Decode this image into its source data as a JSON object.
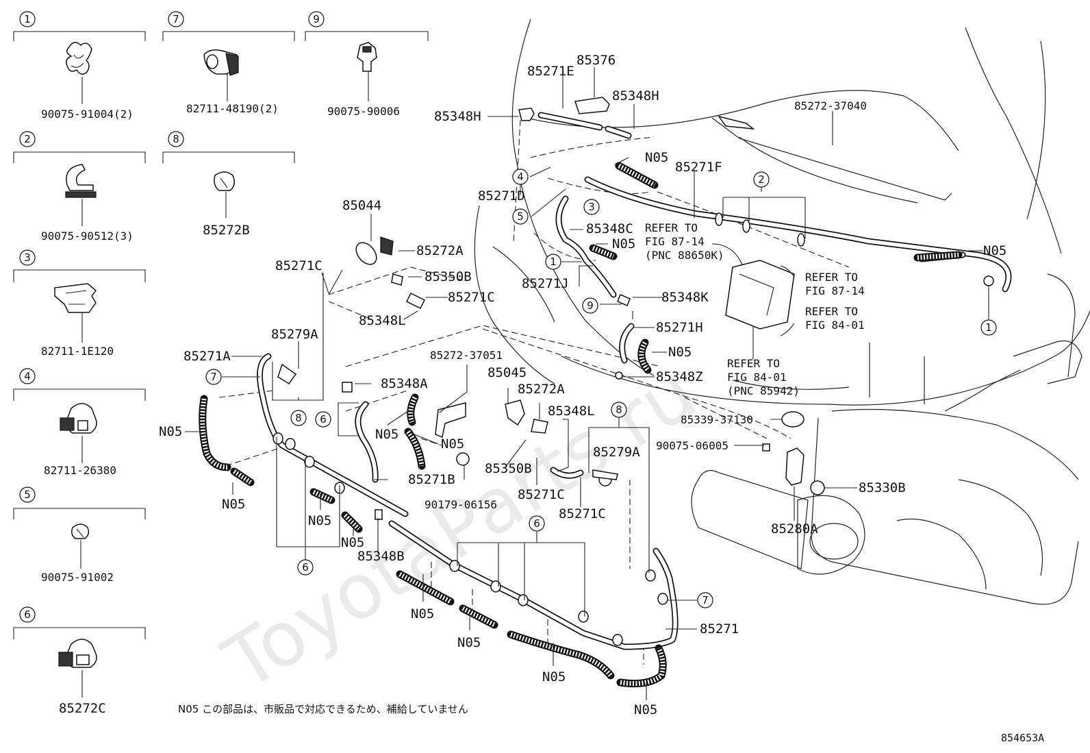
{
  "legend_boxes": [
    {
      "num": "1",
      "part": "90075-91004(2)"
    },
    {
      "num": "2",
      "part": "90075-90512(3)"
    },
    {
      "num": "3",
      "part": "82711-1E120"
    },
    {
      "num": "4",
      "part": "82711-26380"
    },
    {
      "num": "5",
      "part": "90075-91002"
    },
    {
      "num": "6",
      "part": "85272C"
    },
    {
      "num": "7",
      "part": "82711-48190(2)"
    },
    {
      "num": "8",
      "part": "85272B"
    },
    {
      "num": "9",
      "part": "90075-90006"
    }
  ],
  "labels": {
    "p85376": "85376",
    "p85271E": "85271E",
    "p85348H_a": "85348H",
    "p85348H_b": "85348H",
    "p85272_37040": "85272-37040",
    "n05_top": "N05",
    "p85271F": "85271F",
    "p85271D": "85271D",
    "p85348C": "85348C",
    "n05_c": "N05",
    "p85044": "85044",
    "p85272A_a": "85272A",
    "p85350B_a": "85350B",
    "p85271C_a": "85271C",
    "p85271C_b": "85271C",
    "p85348L_a": "85348L",
    "p85271J": "85271J",
    "p85348K": "85348K",
    "p85271H": "85271H",
    "n05_h": "N05",
    "p85348Z": "85348Z",
    "p85279A_a": "85279A",
    "p85271A": "85271A",
    "n05_left": "N05",
    "n05_left2": "N05",
    "p85272_37051": "85272-37051",
    "p85348A": "85348A",
    "p85045": "85045",
    "p85272A_b": "85272A",
    "p85348L_b": "85348L",
    "n05_mid1": "N05",
    "n05_mid2": "N05",
    "p85271B": "85271B",
    "p90179_06156": "90179-06156",
    "p85350B_b": "85350B",
    "p85271C_c": "85271C",
    "p85271C_d": "85271C",
    "p85279A_b": "85279A",
    "n05_a": "N05",
    "n05_b": "N05",
    "p85348B": "85348B",
    "n05_bot1": "N05",
    "n05_bot2": "N05",
    "n05_bot3": "N05",
    "n05_bot4": "N05",
    "p85271": "85271",
    "p85339_37130": "85339-37130",
    "p90075_06005": "90075-06005",
    "p85330B": "85330B",
    "p85280A": "85280A",
    "n05_right": "N05"
  },
  "refs": {
    "ref1": [
      "REFER TO",
      "FIG 87-14",
      "(PNC 88650K)"
    ],
    "ref2": [
      "REFER TO",
      "FIG 87-14"
    ],
    "ref3": [
      "REFER TO",
      "FIG 84-01"
    ],
    "ref4": [
      "REFER TO",
      "FIG 84-01",
      "(PNC 85942)"
    ]
  },
  "callouts": [
    "1",
    "1",
    "2",
    "3",
    "4",
    "5",
    "6",
    "6",
    "6",
    "7",
    "7",
    "8",
    "8",
    "9"
  ],
  "footnote": "N05 この部品は、市販品で対応できるため、補給していません",
  "figure_number": "854653A",
  "watermark": "ToyotaParts.ru"
}
